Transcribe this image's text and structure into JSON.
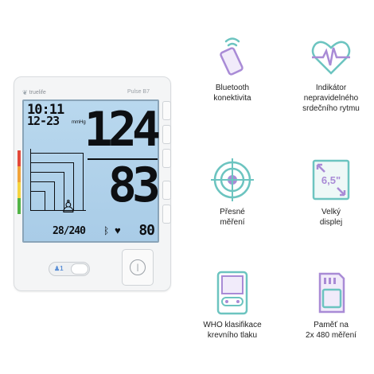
{
  "device": {
    "brand": "truelife",
    "model": "Pulse B7",
    "lcd": {
      "time": "10:11",
      "date": "12-23",
      "unit": "mmHg",
      "systolic": "124",
      "diastolic": "83",
      "memory": "28/240",
      "pulse": "80"
    },
    "slider_label": "1"
  },
  "colors": {
    "accent": "#6cc4c0",
    "purple": "#a98bd6",
    "who_red": "#e34a3b",
    "who_orange": "#f1a33a",
    "who_yellow": "#f5d442",
    "who_green": "#53b548"
  },
  "features": [
    {
      "icon": "bluetooth-phone-icon",
      "label1": "Bluetooth",
      "label2": "konektivita",
      "label3": ""
    },
    {
      "icon": "heart-rhythm-icon",
      "label1": "Indikátor",
      "label2": "nepravidelného",
      "label3": "srdečního rytmu"
    },
    {
      "icon": "target-icon",
      "label1": "Přesné",
      "label2": "měření",
      "label3": ""
    },
    {
      "icon": "large-display-icon",
      "label1": "Velký",
      "label2": "displej",
      "label3": "",
      "badge": "6,5\""
    },
    {
      "icon": "who-monitor-icon",
      "label1": "WHO klasifikace",
      "label2": "krevního tlaku",
      "label3": ""
    },
    {
      "icon": "memory-card-icon",
      "label1": "Paměť na",
      "label2": "2x 480 měření",
      "label3": ""
    }
  ]
}
